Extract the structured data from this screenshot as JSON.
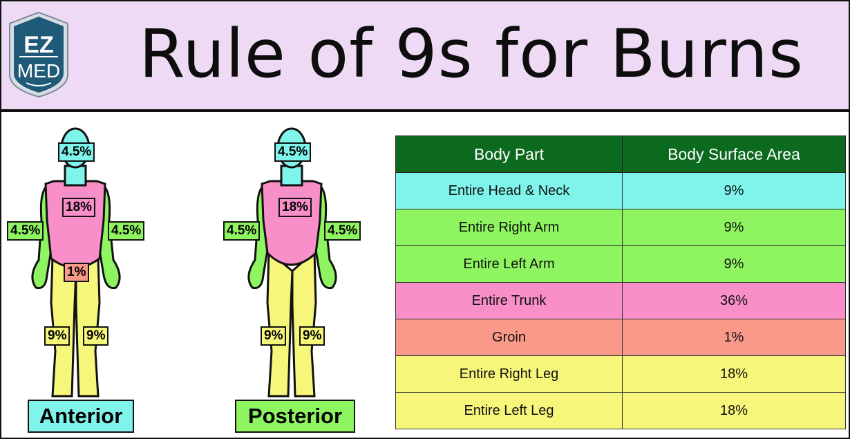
{
  "header": {
    "title": "Rule of 9s for Burns",
    "logo_text_top": "EZ",
    "logo_text_bottom": "MED"
  },
  "colors": {
    "head": "#7ff4ea",
    "trunk": "#f98fc8",
    "arm": "#8ef560",
    "groin": "#f8998a",
    "leg": "#f6f67a",
    "table_header": "#0b6a1e",
    "header_bg": "#efdaf5"
  },
  "anterior": {
    "label": "Anterior",
    "head": "4.5%",
    "trunk": "18%",
    "right_arm": "4.5%",
    "left_arm": "4.5%",
    "groin": "1%",
    "right_leg": "9%",
    "left_leg": "9%"
  },
  "posterior": {
    "label": "Posterior",
    "head": "4.5%",
    "trunk": "18%",
    "right_arm": "4.5%",
    "left_arm": "4.5%",
    "right_leg": "9%",
    "left_leg": "9%"
  },
  "table": {
    "headers": [
      "Body Part",
      "Body Surface Area"
    ],
    "rows": [
      {
        "part": "Entire Head & Neck",
        "area": "9%",
        "color": "#7ff4ea"
      },
      {
        "part": "Entire Right Arm",
        "area": "9%",
        "color": "#8ef560"
      },
      {
        "part": "Entire Left Arm",
        "area": "9%",
        "color": "#8ef560"
      },
      {
        "part": "Entire Trunk",
        "area": "36%",
        "color": "#f98fc8"
      },
      {
        "part": "Groin",
        "area": "1%",
        "color": "#f8998a"
      },
      {
        "part": "Entire Right Leg",
        "area": "18%",
        "color": "#f6f67a"
      },
      {
        "part": "Entire Left Leg",
        "area": "18%",
        "color": "#f6f67a"
      }
    ]
  }
}
